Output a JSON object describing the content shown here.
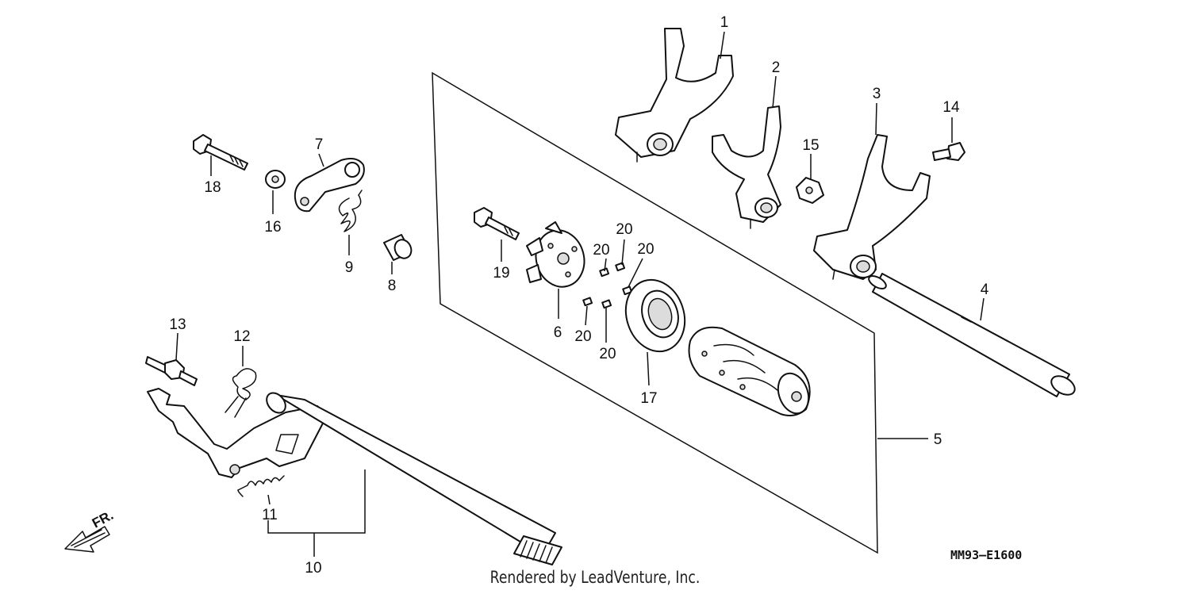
{
  "diagram": {
    "callouts": {
      "c1": "1",
      "c2": "2",
      "c3": "3",
      "c4": "4",
      "c5": "5",
      "c6": "6",
      "c7": "7",
      "c8": "8",
      "c9": "9",
      "c10": "10",
      "c11": "11",
      "c12": "12",
      "c13": "13",
      "c14": "14",
      "c15": "15",
      "c16": "16",
      "c17": "17",
      "c18": "18",
      "c19": "19",
      "c20a": "20",
      "c20b": "20",
      "c20c": "20",
      "c20d": "20",
      "c20e": "20"
    },
    "direction_label": "FR.",
    "diagram_code": "MM93–E1600"
  },
  "footer": {
    "credit": "Rendered by LeadVenture, Inc."
  }
}
